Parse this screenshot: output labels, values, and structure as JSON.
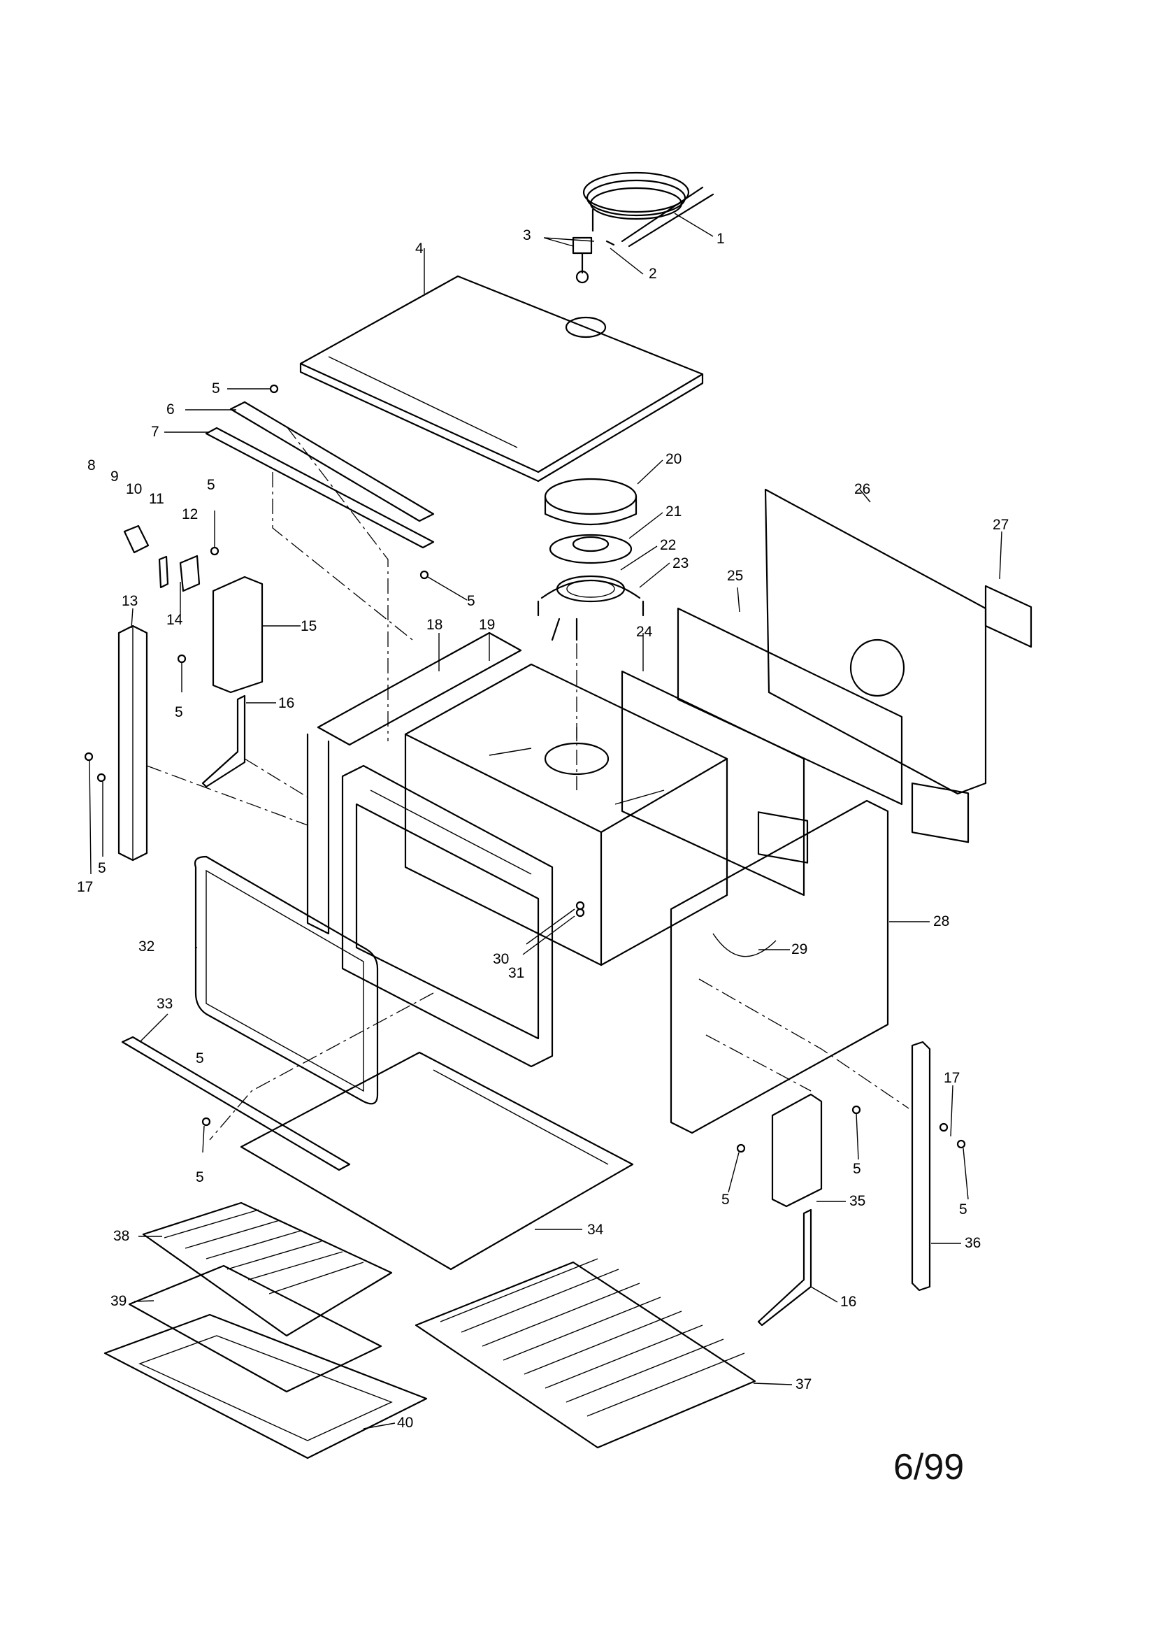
{
  "diagram": {
    "callouts": [
      "1",
      "2",
      "3",
      "4",
      "5",
      "6",
      "7",
      "8",
      "9",
      "10",
      "11",
      "12",
      "13",
      "14",
      "15",
      "16",
      "17",
      "18",
      "19",
      "20",
      "21",
      "22",
      "23",
      "24",
      "25",
      "26",
      "27",
      "28",
      "29",
      "30",
      "31",
      "32",
      "33",
      "34",
      "35",
      "36",
      "37",
      "38",
      "39",
      "40"
    ],
    "date_code": "6/99"
  }
}
